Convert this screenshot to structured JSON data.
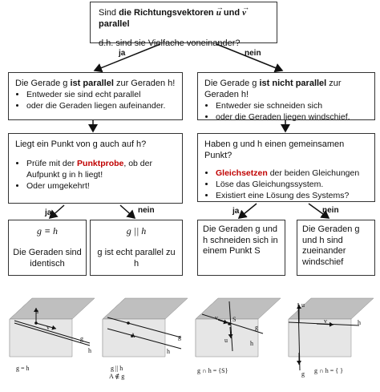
{
  "top": {
    "prefix": "Sind ",
    "bold": "die Richtungsvektoren",
    "vec_u": "u",
    "und": " und ",
    "vec_v": "v",
    "suffix": "  parallel",
    "line2": "d.h. sind sie Vielfache voneinander?"
  },
  "branch": {
    "ja": "ja",
    "nein": "nein"
  },
  "left_parallel": {
    "pre": "Die Gerade g ",
    "bold": "ist parallel",
    "post": " zur Geraden h!",
    "items": [
      "Entweder sie sind echt parallel",
      "oder die Geraden liegen aufeinander."
    ]
  },
  "right_notparallel": {
    "pre": "Die Gerade g ",
    "bold": "ist nicht parallel",
    "post": " zur Geraden h!",
    "items": [
      "Entweder sie schneiden sich",
      "oder die Geraden liegen windschief."
    ]
  },
  "left_question": {
    "title": "Liegt ein Punkt von g auch auf h?",
    "item1_pre": "Prüfe mit der ",
    "item1_red": "Punktprobe",
    "item1_post": ", ob der Aufpunkt g in h liegt!",
    "item2": "Oder umgekehrt!"
  },
  "right_question": {
    "title": "Haben g und h einen gemeinsamen Punkt?",
    "item1_red": "Gleichsetzen",
    "item1_post": " der beiden Gleichungen",
    "item2": "Löse das Gleichungssystem.",
    "item3": "Existiert eine Lösung des Systems?"
  },
  "results": {
    "identical": {
      "formula": "g ≡ h",
      "text": "Die Geraden sind identisch"
    },
    "parallel": {
      "formula": "g || h",
      "text": "g ist echt parallel zu h"
    },
    "intersect": {
      "text": "Die Geraden g und h schneiden sich in einem Punkt S"
    },
    "skew": {
      "text": "Die Geraden g und h sind zueinander windschief"
    }
  },
  "figures": {
    "f1": {
      "caption": "g = h",
      "u": "u",
      "v": "v",
      "g": "g",
      "h": "h"
    },
    "f2": {
      "caption": "g || h",
      "caption2": "A ∉ g",
      "A": "A",
      "g": "g",
      "h": "h"
    },
    "f3": {
      "caption": "g ∩ h = {S}",
      "v": "v",
      "S": "S",
      "u": "u",
      "g": "g",
      "h": "h"
    },
    "f4": {
      "caption": "g ∩ h = { }",
      "u": "u",
      "v": "v",
      "g": "g",
      "h": "h"
    }
  }
}
